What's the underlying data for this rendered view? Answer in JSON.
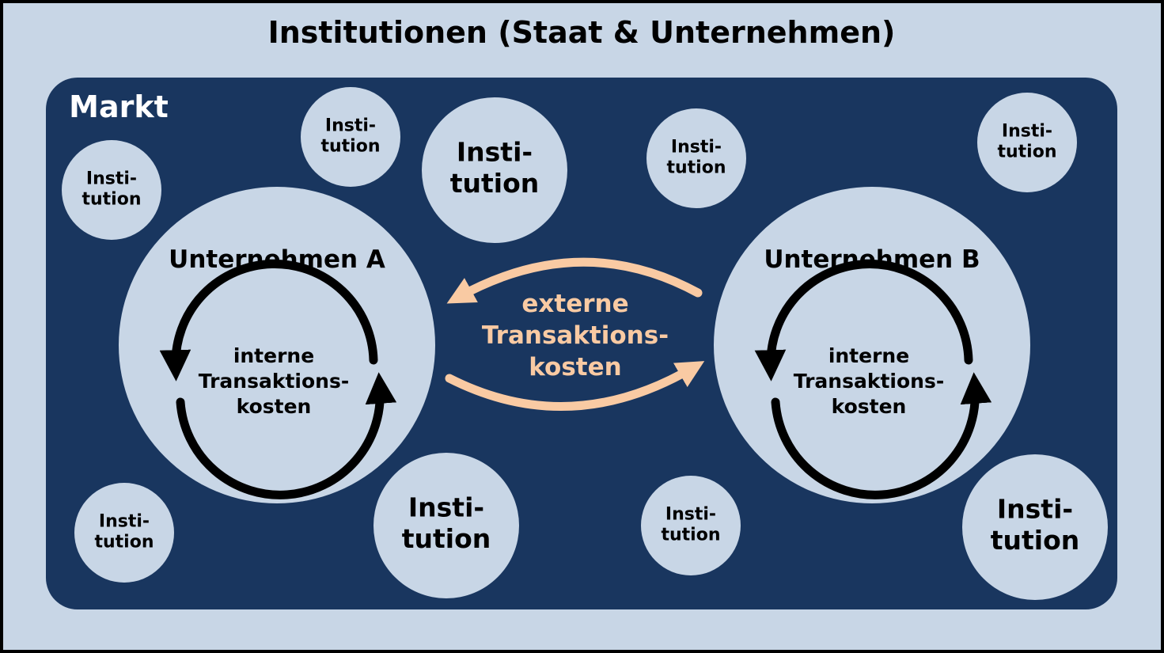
{
  "title": "Institutionen (Staat & Unternehmen)",
  "market_label": "Markt",
  "institution": {
    "line1": "Insti-",
    "line2": "tution"
  },
  "company_a": {
    "label": "Unternehmen A",
    "cost": [
      "interne",
      "Transaktions-",
      "kosten"
    ]
  },
  "company_b": {
    "label": "Unternehmen B",
    "cost": [
      "interne",
      "Transaktions-",
      "kosten"
    ]
  },
  "external_cost": [
    "externe",
    "Transaktions-",
    "kosten"
  ],
  "colors": {
    "background": "#c8d6e6",
    "market": "#19365f",
    "external": "#f9caa3",
    "text": "#000000"
  }
}
